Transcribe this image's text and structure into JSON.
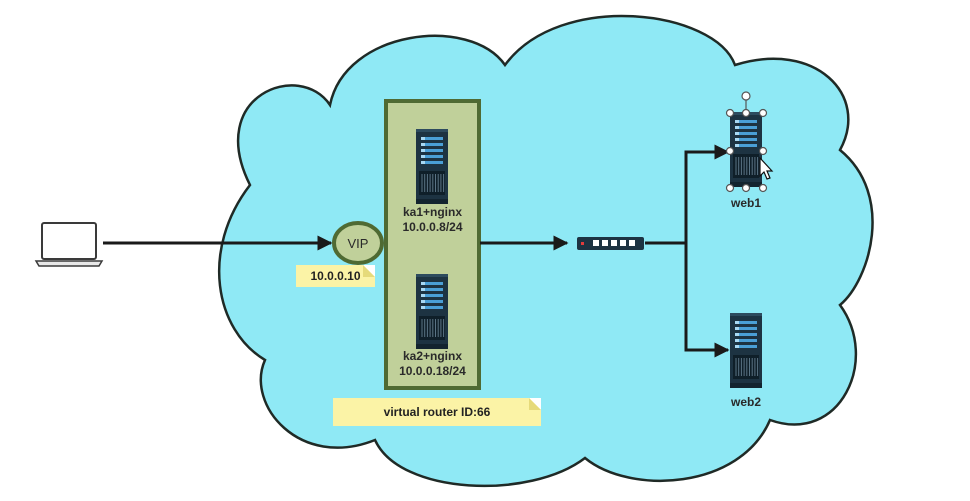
{
  "colors": {
    "cloud_fill": "#8fe9f5",
    "cloud_stroke": "#1f2a26",
    "cluster_fill": "#c0d09a",
    "cluster_stroke": "#4f6a33",
    "vip_fill": "#c0d09a",
    "note_fill": "#fbf3a6",
    "server_body": "#1d3342",
    "server_accent": "#4a9fd6",
    "connector": "#1a1a1a"
  },
  "nodes": {
    "laptop": {
      "icon": "laptop-icon"
    },
    "vip": {
      "label": "VIP",
      "note": "10.0.0.10"
    },
    "ka1": {
      "icon": "server-icon",
      "name": "ka1+nginx",
      "ip": "10.0.0.8/24"
    },
    "ka2": {
      "icon": "server-icon",
      "name": "ka2+nginx",
      "ip": "10.0.0.18/24"
    },
    "switch": {
      "icon": "switch-icon"
    },
    "web1": {
      "icon": "server-icon",
      "name": "web1",
      "selected": true
    },
    "web2": {
      "icon": "server-icon",
      "name": "web2"
    }
  },
  "cluster_note": "virtual router ID:66"
}
